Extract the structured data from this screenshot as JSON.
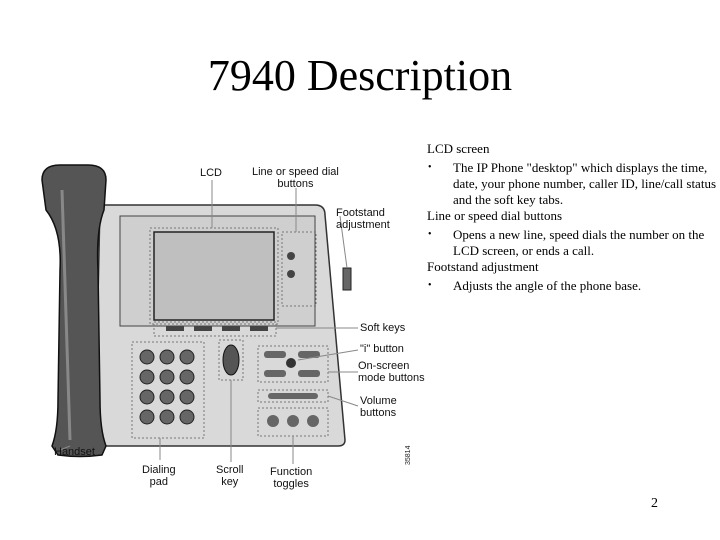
{
  "slide": {
    "title": "7940 Description",
    "page_number": "2"
  },
  "figure": {
    "figure_id": "35814",
    "callouts": {
      "lcd": "LCD",
      "line_speed_dial": "Line or speed dial\nbuttons",
      "footstand": "Footstand\nadjustment",
      "soft_keys": "Soft keys",
      "i_button": "\"i\" button",
      "onscreen_mode": "On-screen\nmode buttons",
      "volume": "Volume\nbuttons",
      "handset": "Handset",
      "dialing_pad": "Dialing\npad",
      "scroll_key": "Scroll\nkey",
      "function_toggles": "Function\ntoggles"
    }
  },
  "descriptions": [
    {
      "heading": "LCD screen",
      "bullet": "The IP Phone \"desktop\" which displays the time, date, your phone number, caller ID, line/call status and the soft key tabs."
    },
    {
      "heading": "Line or speed dial buttons",
      "bullet": "Opens a new line, speed dials the number on the LCD screen, or ends a call."
    },
    {
      "heading": "Footstand adjustment",
      "bullet": "Adjusts the angle of the phone base."
    }
  ],
  "bullet_symbol": "•"
}
